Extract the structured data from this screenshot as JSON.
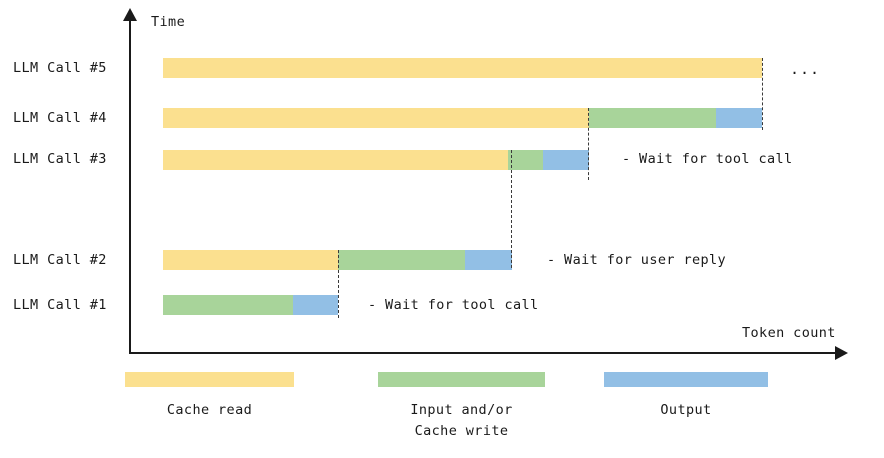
{
  "chart_data": {
    "type": "bar",
    "title": "",
    "xlabel": "Token count",
    "ylabel": "Time",
    "categories": [
      "LLM Call #1",
      "LLM Call #2",
      "LLM Call #3",
      "LLM Call #4",
      "LLM Call #5"
    ],
    "segment_types": [
      "Cache read",
      "Input and/or Cache write",
      "Output"
    ],
    "segment_colors": [
      "#fbe08f",
      "#a8d49a",
      "#92bfe5"
    ],
    "grid": false,
    "legend_position": "bottom",
    "note": "Stacked horizontal timeline bars; time increases upward, token count increases rightward",
    "rows": [
      {
        "label": "LLM Call #5",
        "order": 5,
        "segments": [
          {
            "type": "Cache read",
            "start": 0,
            "end": 599
          }
        ],
        "annotation": "",
        "trailing": "..."
      },
      {
        "label": "LLM Call #4",
        "order": 4,
        "segments": [
          {
            "type": "Cache read",
            "start": 0,
            "end": 426
          },
          {
            "type": "Input and/or Cache write",
            "start": 426,
            "end": 553
          },
          {
            "type": "Output",
            "start": 553,
            "end": 599
          }
        ],
        "annotation": ""
      },
      {
        "label": "LLM Call #3",
        "order": 3,
        "segments": [
          {
            "type": "Cache read",
            "start": 0,
            "end": 345
          },
          {
            "type": "Input and/or Cache write",
            "start": 345,
            "end": 380
          },
          {
            "type": "Output",
            "start": 380,
            "end": 426
          }
        ],
        "annotation": "-   Wait for tool call"
      },
      {
        "label": "LLM Call #2",
        "order": 2,
        "segments": [
          {
            "type": "Cache read",
            "start": 0,
            "end": 175
          },
          {
            "type": "Input and/or Cache write",
            "start": 175,
            "end": 302
          },
          {
            "type": "Output",
            "start": 302,
            "end": 349
          }
        ],
        "annotation": "-   Wait for user reply"
      },
      {
        "label": "LLM Call #1",
        "order": 1,
        "segments": [
          {
            "type": "Input and/or Cache write",
            "start": 0,
            "end": 130
          },
          {
            "type": "Output",
            "start": 130,
            "end": 175
          }
        ],
        "annotation": "-   Wait for tool call"
      }
    ],
    "legend": [
      {
        "label": "Cache read",
        "color": "#fbe08f"
      },
      {
        "label": "Input and/or\nCache write",
        "line1": "Input and/or",
        "line2": "Cache write",
        "color": "#a8d49a"
      },
      {
        "label": "Output",
        "color": "#92bfe5"
      }
    ]
  },
  "axes": {
    "y_label": "Time",
    "x_label": "Token count"
  },
  "rows": {
    "r5": {
      "label": "LLM Call #5"
    },
    "r4": {
      "label": "LLM Call #4"
    },
    "r3": {
      "label": "LLM Call #3"
    },
    "r2": {
      "label": "LLM Call #2"
    },
    "r1": {
      "label": "LLM Call #1"
    }
  },
  "annotations": {
    "ellipsis": "...",
    "wait_tool_call_top": "-   Wait for tool call",
    "wait_user_reply": "-   Wait for user reply",
    "wait_tool_call_bottom": "-   Wait for tool call"
  },
  "legend": {
    "cache_read": "Cache read",
    "input_line1": "Input and/or",
    "input_line2": "Cache write",
    "output": "Output"
  }
}
